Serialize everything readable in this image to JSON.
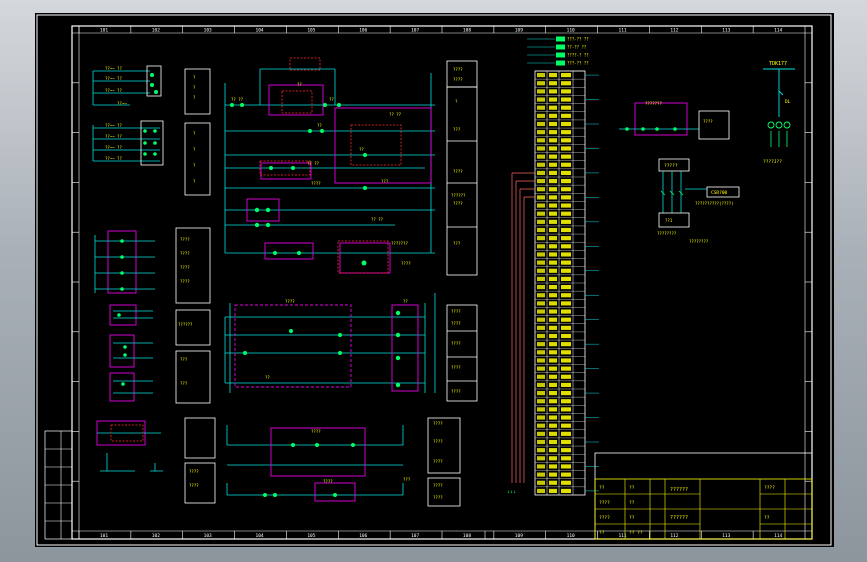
{
  "app": {
    "view": "cad-model-space"
  },
  "colors": {
    "background": "#000000",
    "frame": "#ffffff",
    "wire_cyan": "#00e0e0",
    "component_green": "#00ff66",
    "label_yellow": "#ffff00",
    "box_magenta": "#e600e6",
    "box_red": "#ff2a2a"
  },
  "ruler": {
    "top": [
      "101",
      "102",
      "103",
      "104",
      "105",
      "106",
      "107",
      "108",
      "109",
      "110",
      "111",
      "112",
      "113",
      "114"
    ],
    "bottom": [
      "101",
      "102",
      "103",
      "104",
      "105",
      "106",
      "107",
      "108",
      "109",
      "110",
      "111",
      "112",
      "113",
      "114"
    ]
  },
  "labels": {
    "transformer_top": "TDK177",
    "transformer_mid": "DL",
    "transformer_bottom": "????J??",
    "cab_device": "CSR?00",
    "cab_device_caption": "??????????(????)",
    "cab_station": "?????",
    "cab_note": "????????",
    "module_caption": "???????",
    "relay_caption": "????",
    "sw_panel_caption": "??????",
    "counter_caption": "??????"
  },
  "legend_lines": [
    "???-?? ??",
    "??-?? ??",
    "????-? ??",
    "???-?? ??"
  ],
  "terminal_strip": {
    "rows": 52
  },
  "title_block": {
    "rows": [
      "??",
      "????",
      "????",
      "??"
    ],
    "cells": [
      "??",
      "??",
      "??",
      "?? ??"
    ],
    "project": "??????",
    "drawing_name": "??????",
    "drawing_no": "????",
    "scale": "??"
  }
}
